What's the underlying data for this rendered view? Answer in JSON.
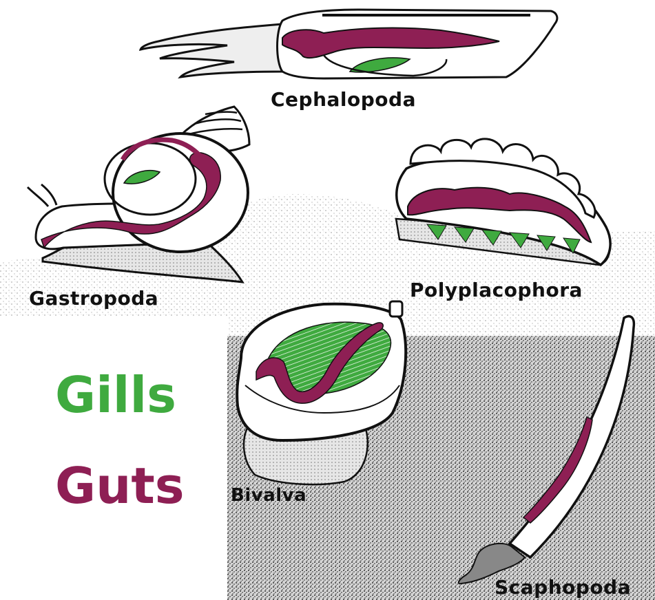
{
  "labels": {
    "cephalopoda": "Cephalopoda",
    "gastropoda": "Gastropoda",
    "polyplacophora": "Polyplacophora",
    "bivalva": "Bivalva",
    "scaphopoda": "Scaphopoda"
  },
  "legend": {
    "gills": "Gills",
    "guts": "Guts"
  },
  "colors": {
    "gills": "#3faa3f",
    "guts": "#8e1f54",
    "outline": "#111111",
    "sediment": "#9a9a9a",
    "background": "#ffffff"
  }
}
